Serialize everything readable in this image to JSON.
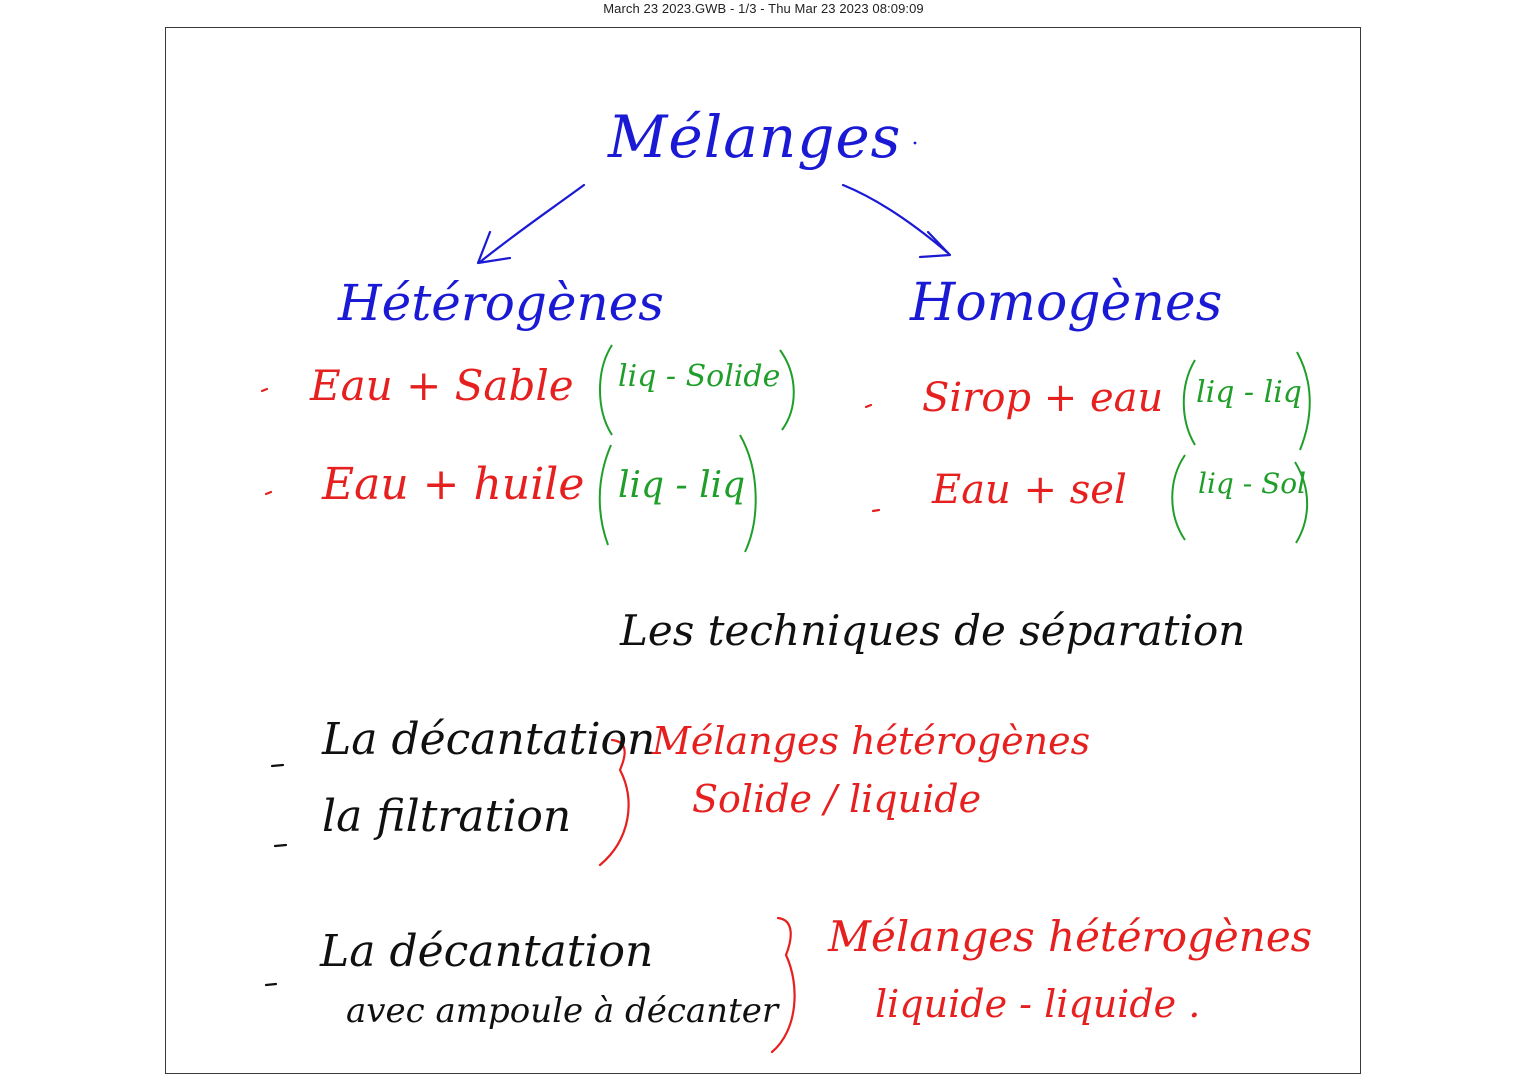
{
  "header": {
    "title": "March 23 2023.GWB - 1/3 - Thu Mar 23 2023 08:09:09"
  },
  "colors": {
    "blue_ink": "#1a1ad4",
    "red_ink": "#e5201f",
    "green_ink": "#1f9e2a",
    "black_ink": "#101010"
  },
  "notes": {
    "title": "Mélanges",
    "left": {
      "heading": "Hétérogènes",
      "items": [
        {
          "bullet": "-",
          "mix": "Eau + Sable",
          "phase": "liq - Solide"
        },
        {
          "bullet": "-",
          "mix": "Eau + huile",
          "phase": "liq - liq"
        }
      ]
    },
    "right": {
      "heading": "Homogènes",
      "items": [
        {
          "bullet": "-",
          "mix": "Sirop + eau",
          "phase": "liq - liq"
        },
        {
          "bullet": "-",
          "mix": "Eau + sel",
          "phase": "liq - Sol"
        }
      ]
    },
    "section_title": "Les techniques de séparation",
    "techniques": [
      {
        "bullet": "-",
        "name": "La décantation"
      },
      {
        "bullet": "-",
        "name": "la filtration"
      }
    ],
    "techniques_note_line1": "Mélanges hétérogènes",
    "techniques_note_line2": "Solide / liquide",
    "technique2": {
      "bullet": "-",
      "name_line1": "La décantation",
      "name_line2": "avec ampoule à décanter",
      "note_line1": "Mélanges hétérogènes",
      "note_line2": "liquide - liquide ."
    }
  }
}
